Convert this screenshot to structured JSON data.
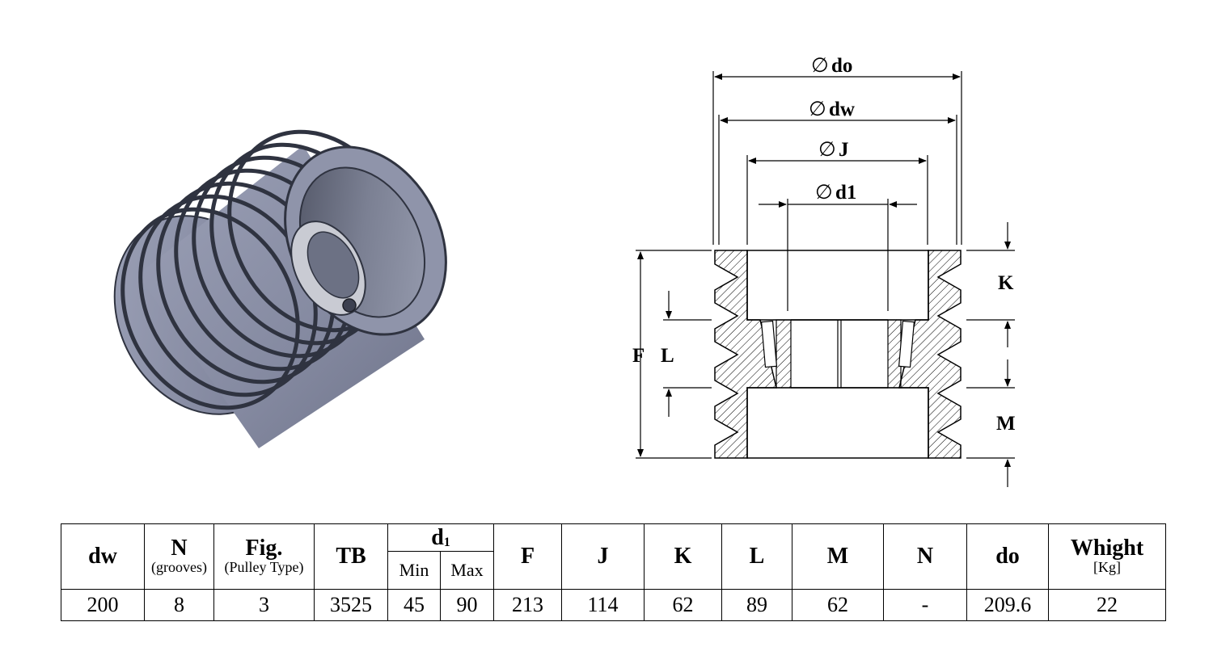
{
  "drawing": {
    "dimensions": {
      "do": "do",
      "dw": "dw",
      "J": "J",
      "d1": "d1",
      "K": "K",
      "F": "F",
      "L": "L",
      "M": "M"
    },
    "diameter_symbol": "∅"
  },
  "table": {
    "headers": {
      "dw": "dw",
      "N": "N",
      "N_sub": "(grooves)",
      "Fig": "Fig.",
      "Fig_sub": "(Pulley Type)",
      "TB": "TB",
      "d1": "d",
      "d1_sub": "1",
      "min": "Min",
      "max": "Max",
      "F": "F",
      "J": "J",
      "K": "K",
      "L": "L",
      "M": "M",
      "N2": "N",
      "do": "do",
      "weight": "Whight",
      "weight_sub": "[Kg]"
    },
    "row": {
      "dw": "200",
      "N": "8",
      "Fig": "3",
      "TB": "3525",
      "min": "45",
      "max": "90",
      "F": "213",
      "J": "114",
      "K": "62",
      "L": "89",
      "M": "62",
      "N2": "-",
      "do": "209.6",
      "weight": "22"
    }
  },
  "colors": {
    "pulley_body": "#8a8fa6",
    "pulley_dark": "#5d6275",
    "pulley_groove": "#2f3340",
    "bore_inner": "#b8bac4",
    "line": "#000000"
  }
}
